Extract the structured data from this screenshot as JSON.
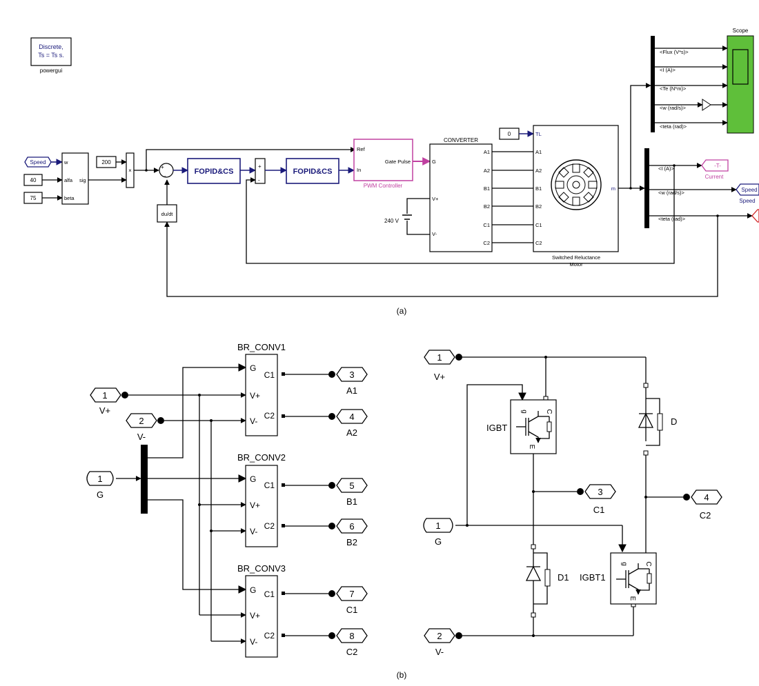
{
  "captions": {
    "a": "(a)",
    "b": "(b)"
  },
  "part_a": {
    "powergui": {
      "line1": "Discrete,",
      "line2": "Ts = Ts s.",
      "label": "powergui"
    },
    "scope": {
      "title": "Scope"
    },
    "scope_signals": [
      "<Flux (V*s)>",
      "<I (A)>",
      "<Te (N*m)>",
      "<w (rad/s)>",
      "<teta (rad)>"
    ],
    "motor_signals": [
      "<I (A)>",
      "<w (rad/s)>",
      "<teta (rad)>"
    ],
    "inputs": {
      "speed": "Speed",
      "alfa_value": "40",
      "beta_value": "75",
      "const_200": "200",
      "torque_load": "0"
    },
    "ref_block_ports": [
      "w",
      "alfa",
      "beta",
      "sig"
    ],
    "sum_signs": {
      "minus": "-",
      "plus": "+"
    },
    "derivative": "du/dt",
    "controllers": [
      "FOPID&CS",
      "FOPID&CS"
    ],
    "pwm": {
      "ports": [
        "Ref",
        "In",
        "Gate Pulse"
      ],
      "title": "PWM Controller"
    },
    "converter": {
      "title": "CONVERTER",
      "in_ports": [
        "G",
        "V+",
        "V-"
      ],
      "out_ports": [
        "A1",
        "A2",
        "B1",
        "B2",
        "C1",
        "C2"
      ]
    },
    "dc_source": "240 V",
    "motor": {
      "in_ports": [
        "TL",
        "A1",
        "A2",
        "B1",
        "B2",
        "C1",
        "C2"
      ],
      "out_port": "m",
      "title_line1": "Switched Reluctance",
      "title_line2": "Motor"
    },
    "goto_tags": {
      "current_tag": "-T-",
      "current_label": "Current",
      "speed_tag": "Speed",
      "speed_label": "Speed"
    }
  },
  "part_b": {
    "left_inports": [
      {
        "num": "1",
        "label": "V+"
      },
      {
        "num": "2",
        "label": "V-"
      },
      {
        "num": "1",
        "label": "G"
      }
    ],
    "bridges": [
      {
        "name": "BR_CONV1",
        "ports": [
          "G",
          "V+",
          "V-"
        ],
        "outs": [
          "C1",
          "C2"
        ],
        "outports": [
          {
            "num": "3",
            "label": "A1"
          },
          {
            "num": "4",
            "label": "A2"
          }
        ]
      },
      {
        "name": "BR_CONV2",
        "ports": [
          "G",
          "V+",
          "V-"
        ],
        "outs": [
          "C1",
          "C2"
        ],
        "outports": [
          {
            "num": "5",
            "label": "B1"
          },
          {
            "num": "6",
            "label": "B2"
          }
        ]
      },
      {
        "name": "BR_CONV3",
        "ports": [
          "G",
          "V+",
          "V-"
        ],
        "outs": [
          "C1",
          "C2"
        ],
        "outports": [
          {
            "num": "7",
            "label": "C1"
          },
          {
            "num": "8",
            "label": "C2"
          }
        ]
      }
    ],
    "right": {
      "inports": [
        {
          "num": "1",
          "label": "V+"
        },
        {
          "num": "1",
          "label": "G"
        },
        {
          "num": "2",
          "label": "V-"
        }
      ],
      "outports": [
        {
          "num": "3",
          "label": "C1"
        },
        {
          "num": "4",
          "label": "C2"
        }
      ],
      "igbt_top": {
        "name": "IGBT",
        "pins": [
          "g",
          "C",
          "E"
        ]
      },
      "igbt_bottom": {
        "name": "IGBT1",
        "pins": [
          "g",
          "C",
          "E"
        ]
      },
      "diode_top": "D",
      "diode_bottom": "D1"
    }
  }
}
